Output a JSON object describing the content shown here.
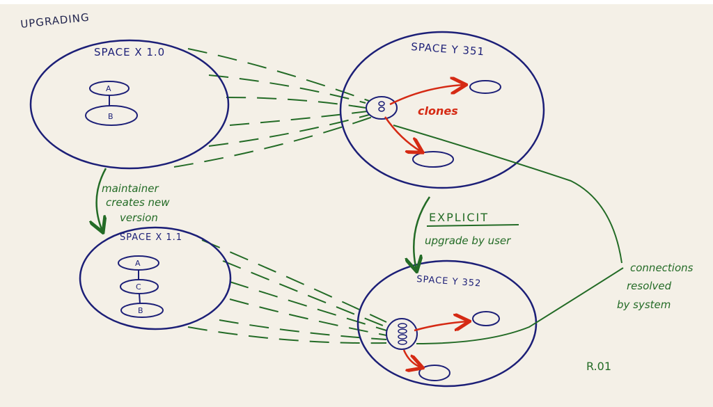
{
  "title": "UPGRADING",
  "spaces": {
    "x10": {
      "label": "SPACE X 1.0",
      "nodes": [
        "A",
        "B"
      ]
    },
    "x11": {
      "label": "SPACE X 1.1",
      "nodes": [
        "A",
        "C",
        "B"
      ]
    },
    "y351": {
      "label": "SPACE Y 351"
    },
    "y352": {
      "label": "SPACE Y 352"
    }
  },
  "annotations": {
    "maintainer": [
      "maintainer",
      "creates new",
      "version"
    ],
    "clones": "clones",
    "explicit": "EXPLICIT",
    "upgrade": "upgrade by user",
    "connections": [
      "connections",
      "resolved",
      "by system"
    ],
    "signature": "R.01"
  },
  "colors": {
    "paper": "#f4f0e7",
    "blue_ink": "#1c1f77",
    "green_ink": "#236b26",
    "red_ink": "#d52a14"
  }
}
